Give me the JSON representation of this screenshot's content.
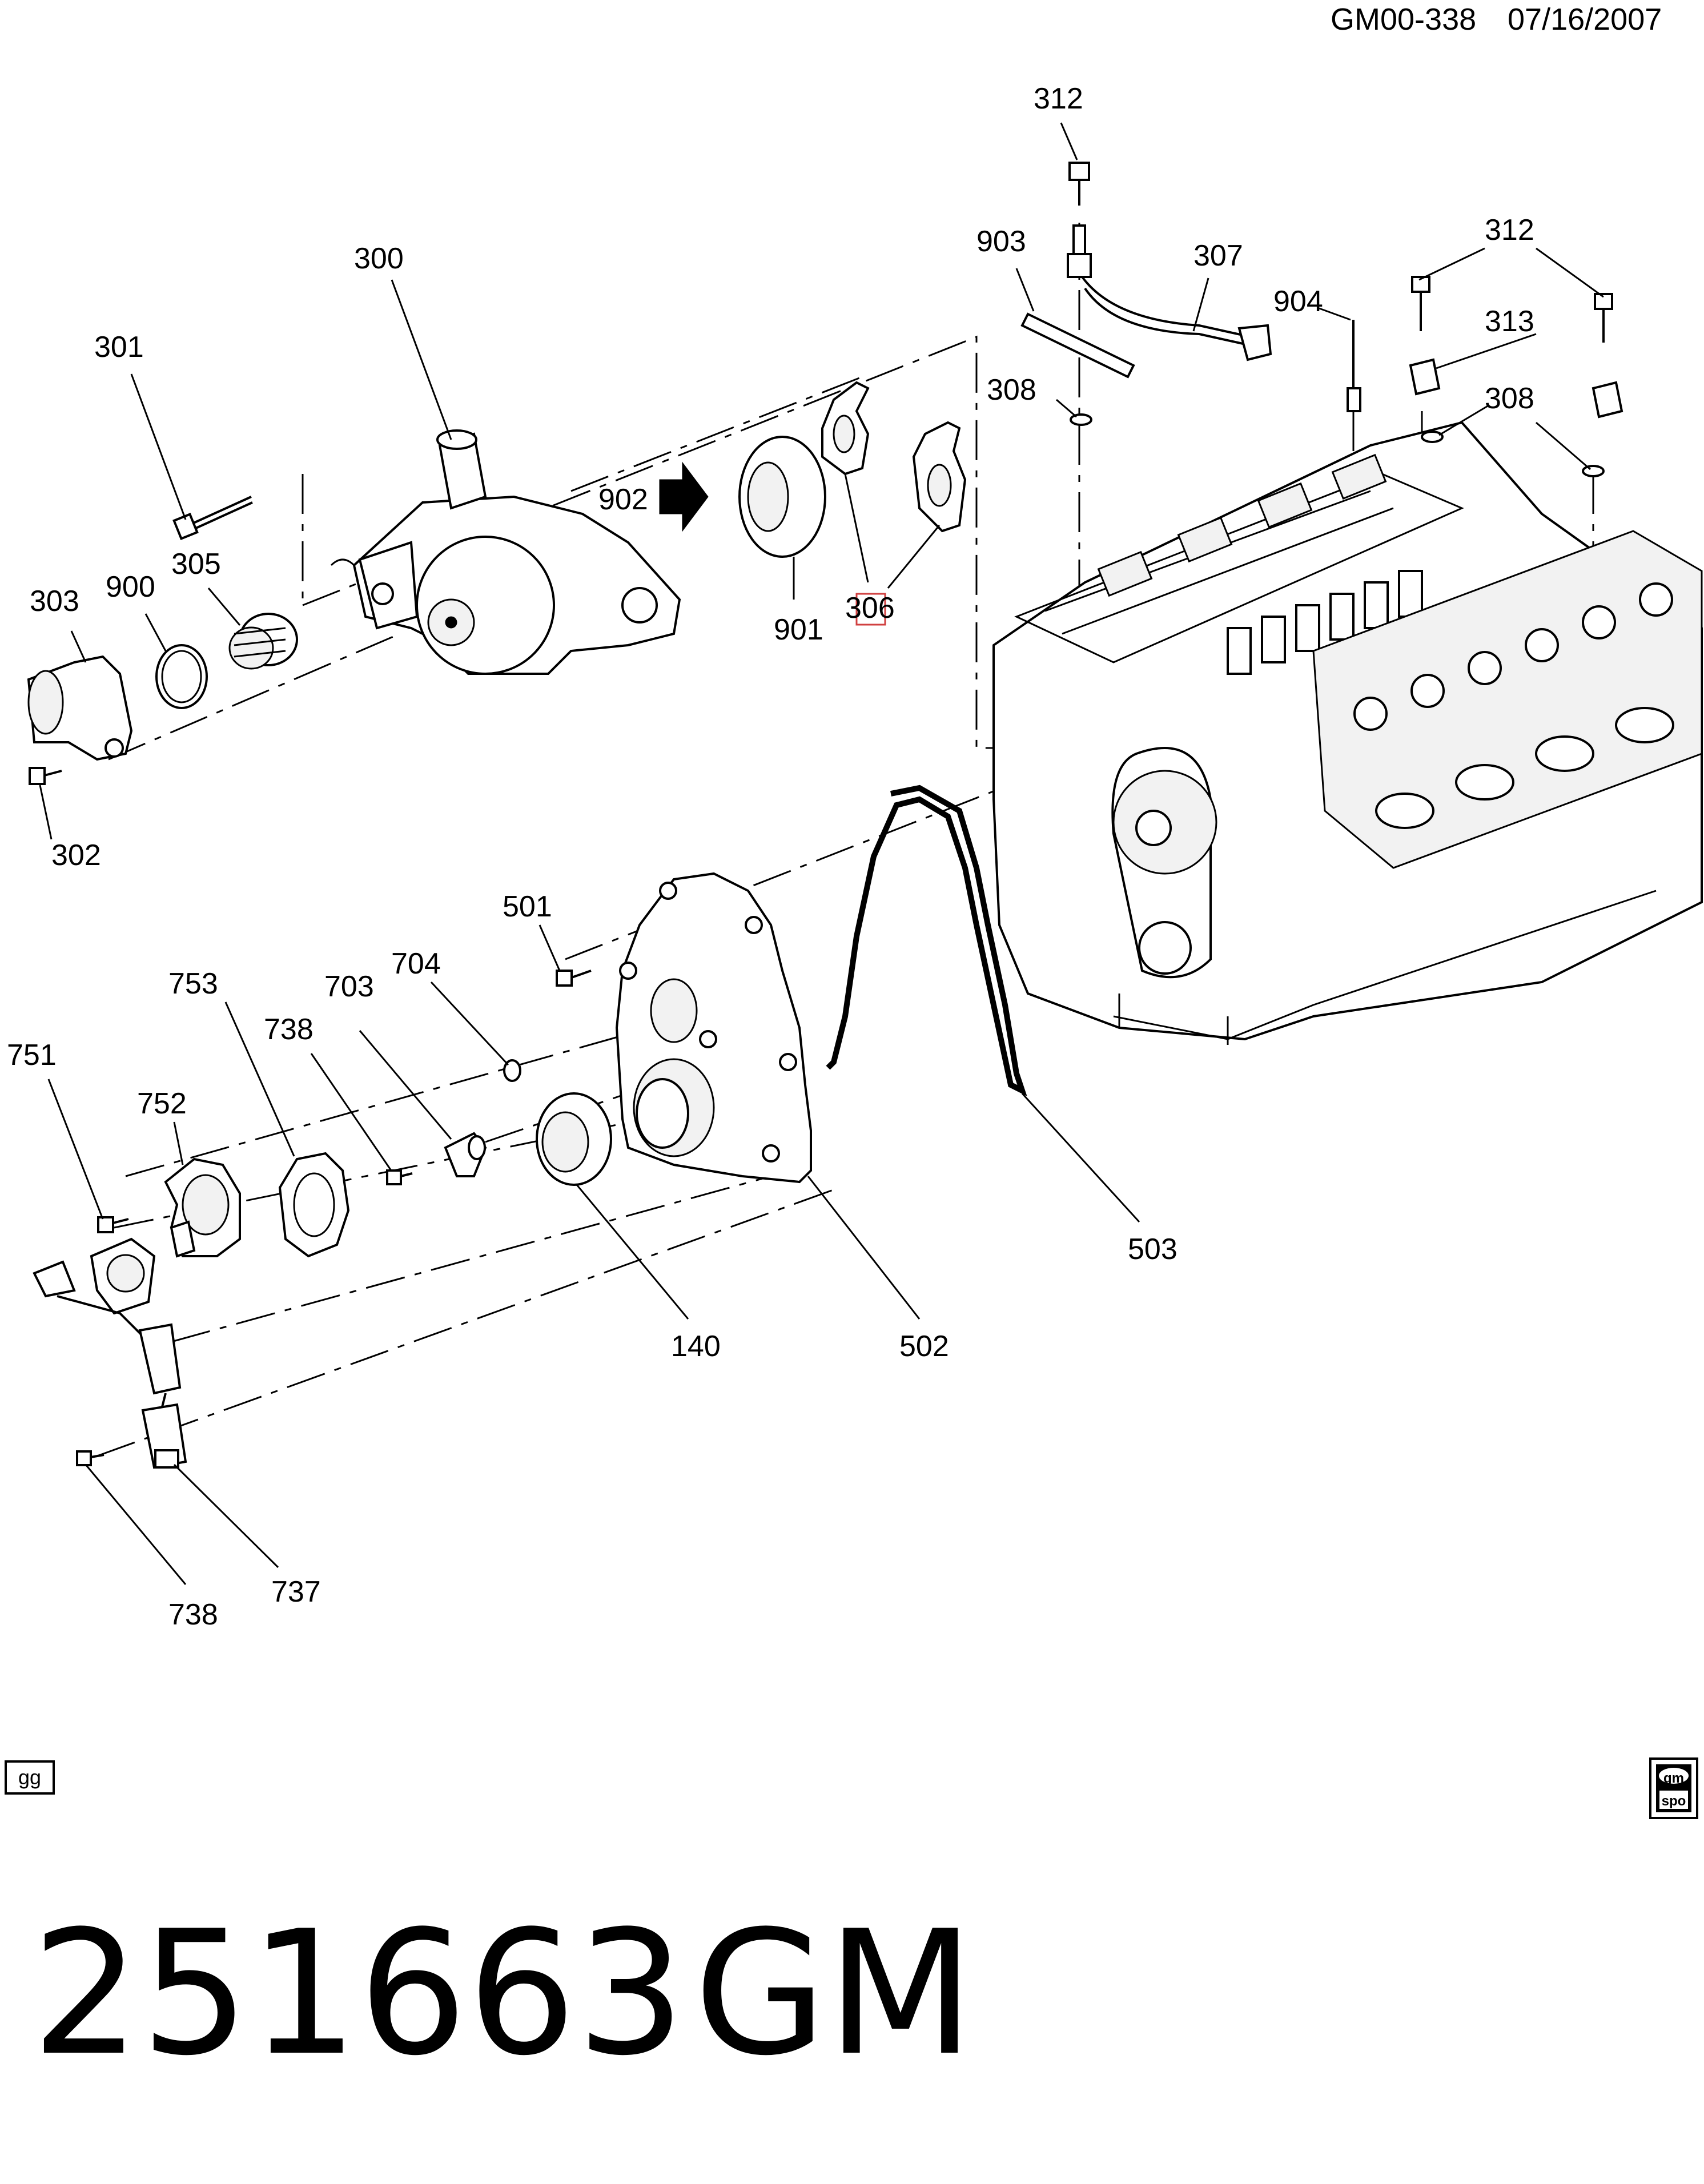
{
  "header": {
    "code": "GM00-338",
    "date": "07/16/2007"
  },
  "callouts": {
    "c312a": "312",
    "c903": "903",
    "c307": "307",
    "c312b": "312",
    "c904": "904",
    "c313": "313",
    "c308a": "308",
    "c308b": "308",
    "c300": "300",
    "c301": "301",
    "c902": "902",
    "c306": "306",
    "c305": "305",
    "c303": "303",
    "c900": "900",
    "c901": "901",
    "c302": "302",
    "c501": "501",
    "c704": "704",
    "c753": "753",
    "c703": "703",
    "c738a": "738",
    "c751": "751",
    "c752": "752",
    "c503": "503",
    "c140": "140",
    "c502": "502",
    "c737": "737",
    "c738b": "738"
  },
  "footer": {
    "badge_left": "gg",
    "badge_right_top": "gm",
    "badge_right_bottom": "spo",
    "diagram_number": "251663",
    "brand": "GM"
  }
}
